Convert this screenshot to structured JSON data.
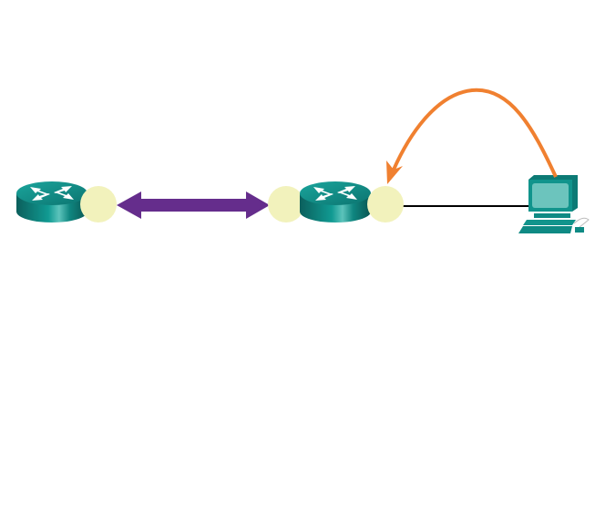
{
  "diagram": {
    "nodes": [
      {
        "id": "router-1",
        "icon": "router-icon"
      },
      {
        "id": "router-2",
        "icon": "router-icon"
      },
      {
        "id": "pc",
        "icon": "desktop-computer-icon"
      }
    ],
    "links": [
      {
        "from": "router-1",
        "to": "router-2",
        "style": "double-arrow"
      },
      {
        "from": "router-2",
        "to": "pc",
        "style": "line"
      }
    ],
    "annotation": {
      "from": "pc",
      "to": "router-2",
      "style": "curved-arrow"
    },
    "colors": {
      "router": "#0f8a84",
      "interface": "#f2f2bc",
      "serial_arrow": "#652d8c",
      "annotation_arrow": "#f08030",
      "ethernet_line": "#000000"
    }
  }
}
